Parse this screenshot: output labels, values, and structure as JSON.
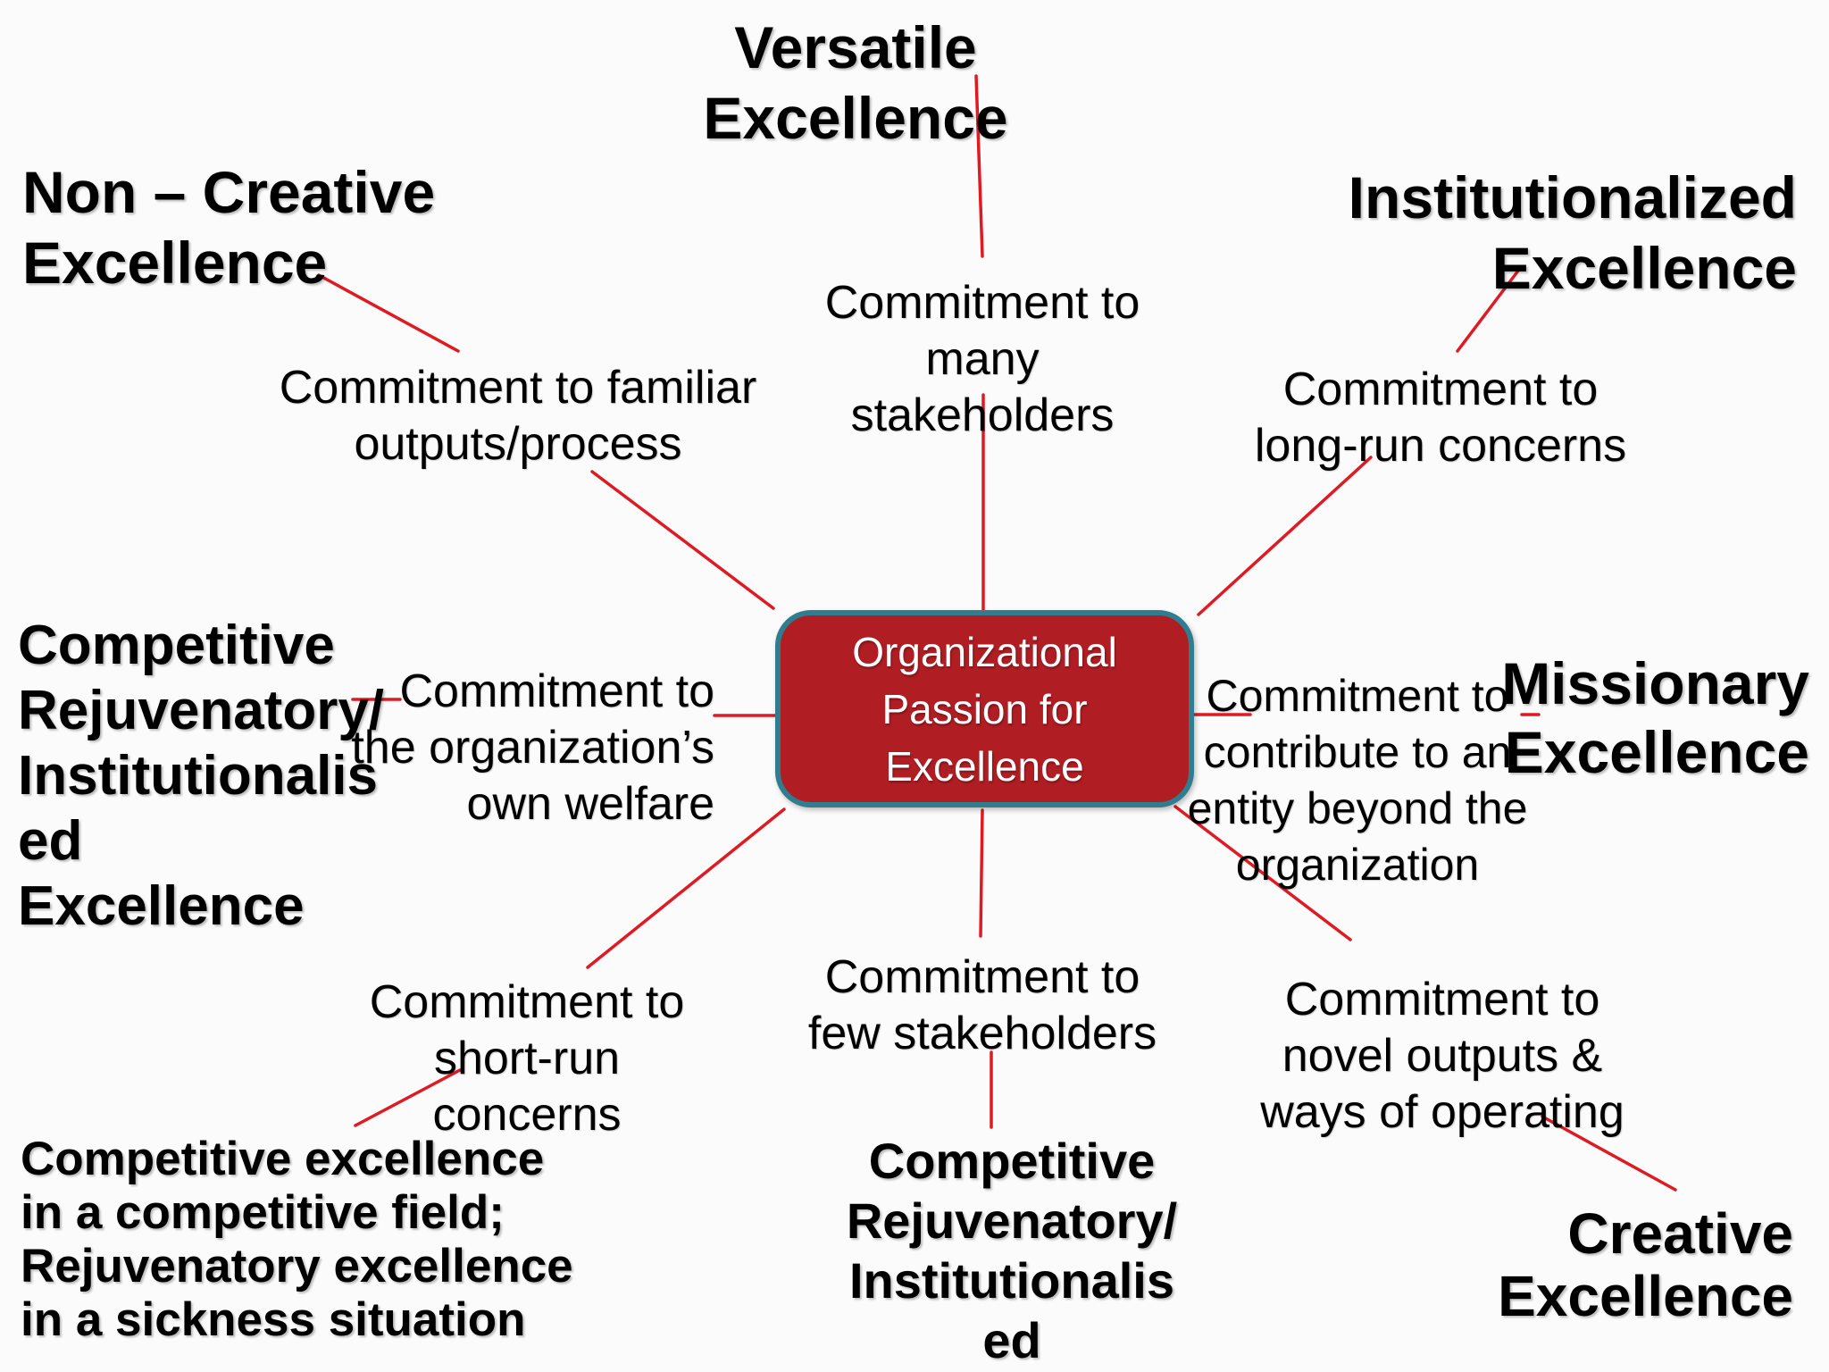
{
  "colors": {
    "node_fill": "#b01e24",
    "node_border": "#2f7d8e",
    "connector": "#e01a23",
    "text": "#000000",
    "node_text": "#ffffff",
    "background": "#fcfbfb"
  },
  "center_node": {
    "lines": [
      "Organizational",
      "Passion for",
      "Excellence"
    ]
  },
  "spokes": {
    "top": {
      "commitment": [
        "Commitment to",
        "many",
        "stakeholders"
      ],
      "excellence": [
        "Versatile",
        "Excellence"
      ]
    },
    "top_left": {
      "commitment": [
        "Commitment to familiar",
        "outputs/process"
      ],
      "excellence": [
        "Non – Creative",
        "Excellence"
      ]
    },
    "top_right": {
      "commitment": [
        "Commitment to",
        "long-run concerns"
      ],
      "excellence": [
        "Institutionalized",
        "Excellence"
      ]
    },
    "left": {
      "commitment": [
        "Commitment to",
        "the organization’s",
        "own welfare"
      ],
      "excellence": [
        "Competitive",
        "Rejuvenatory/",
        "Institutionalis",
        "ed",
        "Excellence"
      ]
    },
    "right": {
      "commitment": [
        "Commitment to",
        "contribute to an",
        "entity beyond the",
        "organization"
      ],
      "excellence": [
        "Missionary",
        "Excellence"
      ]
    },
    "bottom_left": {
      "commitment": [
        "Commitment to",
        "short-run",
        "concerns"
      ],
      "excellence": [
        "Competitive excellence",
        "in a competitive field;",
        "Rejuvenatory excellence",
        "in a sickness situation"
      ]
    },
    "bottom": {
      "commitment": [
        "Commitment to",
        "few stakeholders"
      ],
      "excellence": [
        "Competitive",
        "Rejuvenatory/",
        "Institutionalis",
        "ed"
      ]
    },
    "bottom_right": {
      "commitment": [
        "Commitment to",
        "novel outputs &",
        "ways of operating"
      ],
      "excellence": [
        "Creative",
        "Excellence"
      ]
    }
  }
}
